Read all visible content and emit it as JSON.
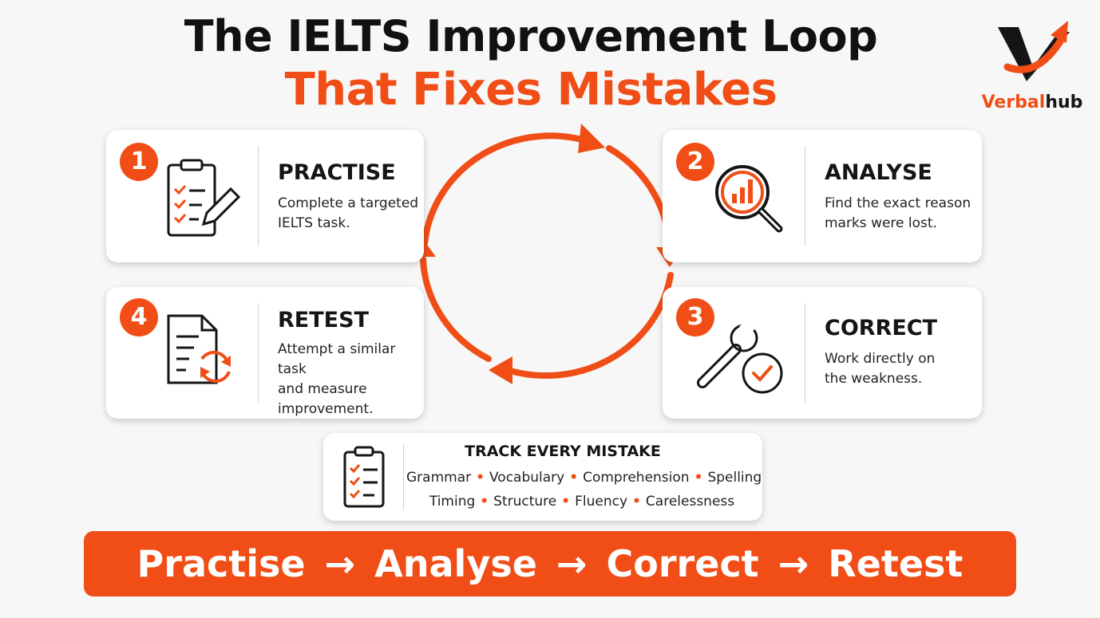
{
  "header": {
    "title_line1": "The IELTS Improvement Loop",
    "title_line2": "That Fixes Mistakes"
  },
  "brand": {
    "name_part1": "Verbal",
    "name_part2": "hub",
    "logo_icon": "v-arrow-logo-icon"
  },
  "steps": [
    {
      "number": "1",
      "title": "PRACTISE",
      "desc_lines": [
        "Complete a targeted",
        "IELTS task."
      ],
      "icon": "clipboard-pencil-icon"
    },
    {
      "number": "2",
      "title": "ANALYSE",
      "desc_lines": [
        "Find the exact reason",
        "marks were lost."
      ],
      "icon": "magnifier-chart-icon"
    },
    {
      "number": "3",
      "title": "CORRECT",
      "desc_lines": [
        "Work directly on",
        "the weakness."
      ],
      "icon": "wrench-check-icon"
    },
    {
      "number": "4",
      "title": "RETEST",
      "desc_lines": [
        "Attempt a similar task",
        "and measure",
        "improvement."
      ],
      "icon": "document-refresh-icon"
    }
  ],
  "track": {
    "title": "TRACK EVERY MISTAKE",
    "icon": "checklist-icon",
    "row1": [
      "Grammar",
      "Vocabulary",
      "Comprehension",
      "Spelling"
    ],
    "row2": [
      "Timing",
      "Structure",
      "Fluency",
      "Carelessness"
    ],
    "separator": "•"
  },
  "banner": {
    "items": [
      "Practise",
      "Analyse",
      "Correct",
      "Retest"
    ],
    "arrow": "→"
  },
  "colors": {
    "accent": "#f04e16",
    "text": "#151515",
    "background": "#f7f7f7"
  }
}
